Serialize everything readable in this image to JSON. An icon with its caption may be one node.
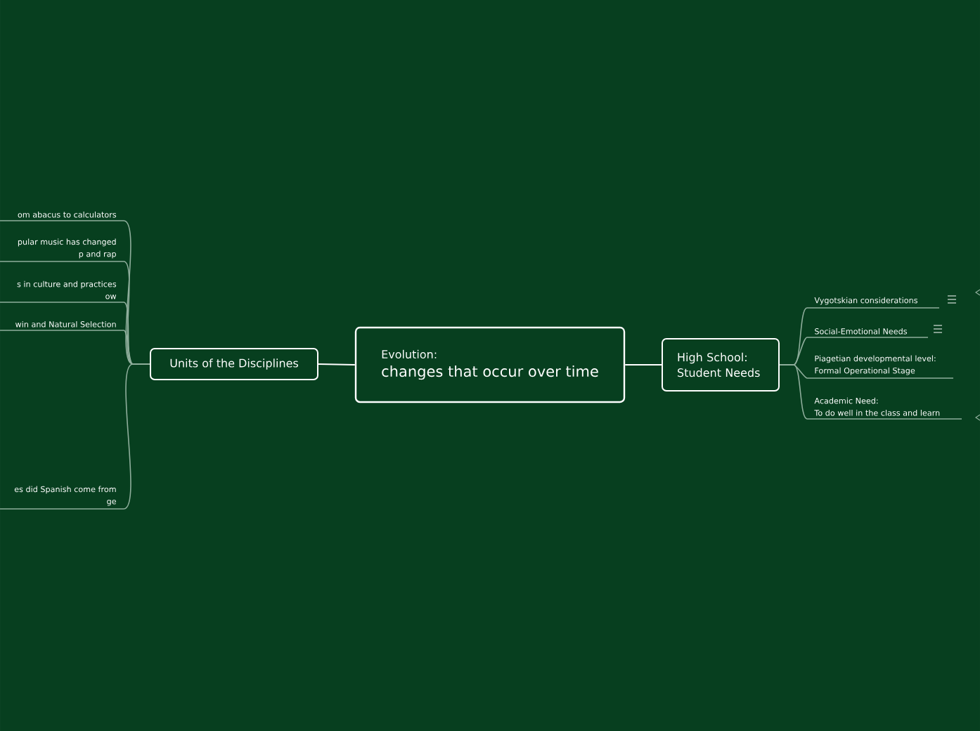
{
  "diagram": {
    "nodes": [
      {
        "text": [
          "Evolution:",
          "changes that occur over time"
        ]
      },
      {
        "text": [
          "Units of the Disciplines"
        ]
      },
      {
        "text": [
          "om abacus to calculators"
        ]
      },
      {
        "text": [
          "pular music has changed",
          "p and rap"
        ]
      },
      {
        "text": [
          "s in culture and practices",
          "ow"
        ]
      },
      {
        "text": [
          "win and Natural Selection"
        ]
      },
      {
        "text": [
          "es did Spanish come from",
          "ge"
        ]
      },
      {
        "text": [
          "High School: Student Needs"
        ]
      },
      {
        "text": [
          "Vygotskian considerations"
        ]
      },
      {
        "text": [
          "Social-Emotional Needs"
        ]
      },
      {
        "text": [
          "Piagetian developmental level:",
          "Formal Operational Stage"
        ]
      },
      {
        "text": [
          "Academic Need:",
          "To do well in the class and learn"
        ]
      }
    ],
    "edges": [
      {
        "from": 0,
        "to": 1,
        "arrow": "none",
        "color": "#ffffff"
      },
      {
        "from": 1,
        "to": 2,
        "arrow": "none"
      },
      {
        "from": 1,
        "to": 3,
        "arrow": "none"
      },
      {
        "from": 1,
        "to": 4,
        "arrow": "none"
      },
      {
        "from": 1,
        "to": 5,
        "arrow": "none"
      },
      {
        "from": 1,
        "to": 6,
        "arrow": "none"
      },
      {
        "from": 0,
        "to": 7,
        "arrow": "none",
        "color": "#ffffff"
      },
      {
        "from": 7,
        "to": 8,
        "arrow": "none"
      },
      {
        "from": 7,
        "to": 9,
        "arrow": "none"
      },
      {
        "from": 7,
        "to": 10,
        "arrow": "none"
      },
      {
        "from": 7,
        "to": 11,
        "arrow": "none"
      }
    ]
  }
}
